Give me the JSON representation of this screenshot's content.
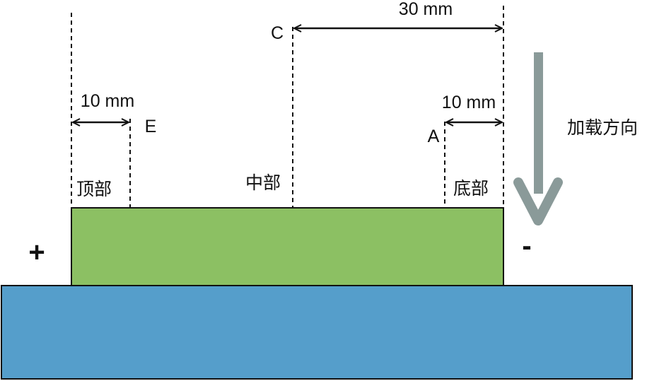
{
  "labels": {
    "dim_top_width": "30 mm",
    "dim_left_width": "10 mm",
    "dim_right_width": "10 mm",
    "point_c": "C",
    "point_e": "E",
    "point_a": "A",
    "region_top": "顶部",
    "region_middle": "中部",
    "region_bottom": "底部",
    "load_direction": "加载方向",
    "terminal_positive": "+",
    "terminal_negative": "-"
  },
  "colors": {
    "specimen_fill": "#8cc063",
    "base_fill": "#559ecb",
    "arrow_fill": "#8a9a99",
    "outline": "#111111"
  }
}
